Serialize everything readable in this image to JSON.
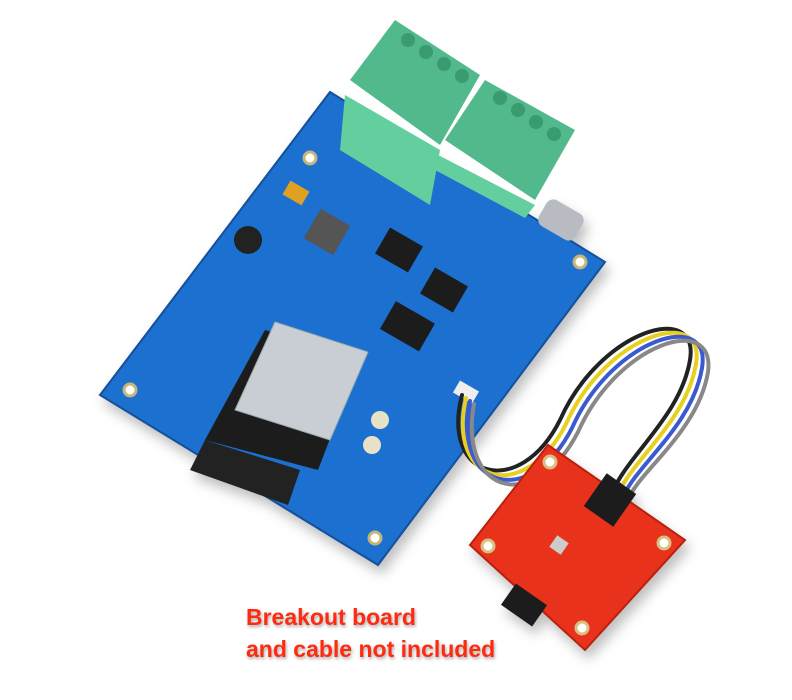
{
  "caption": {
    "line1": "Breakout board",
    "line2": "and cable not included",
    "color": "#ff2a10"
  },
  "photo": {
    "subject": "product-photo",
    "colors": {
      "main_board": "#1a6fd0",
      "terminal_blocks": "#5cc79a",
      "breakout_board": "#e8321e",
      "background": "#ffffff"
    }
  }
}
